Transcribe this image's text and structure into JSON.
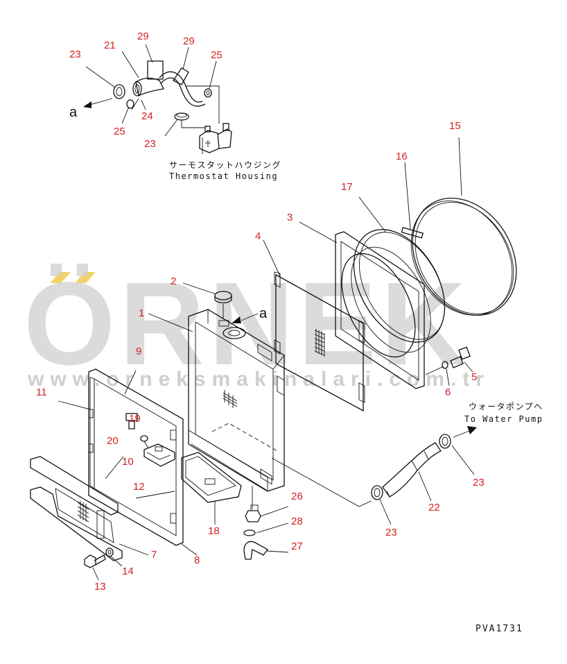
{
  "watermark": {
    "brand": "ÖRNEK",
    "url": "www.orneksmakinalari.com.tr",
    "dots_color": "#f2d26a",
    "text_color": "#cfcfcf"
  },
  "callout_color": "#d42020",
  "captions": {
    "thermostat_jp": "サーモスタットハウジング",
    "thermostat_en": "Thermostat Housing",
    "water_pump_jp": "ウォータポンプへ",
    "water_pump_en": "To Water Pump",
    "view_arrow_top": "a",
    "view_arrow_mid": "a",
    "drawing_number": "PVA1731"
  },
  "callouts": {
    "c1": "1",
    "c2": "2",
    "c3": "3",
    "c4": "4",
    "c5": "5",
    "c6": "6",
    "c7": "7",
    "c8": "8",
    "c9": "9",
    "c10": "10",
    "c11": "11",
    "c12": "12",
    "c13": "13",
    "c14": "14",
    "c15": "15",
    "c16": "16",
    "c17": "17",
    "c18": "18",
    "c19": "19",
    "c20": "20",
    "c21": "21",
    "c22": "22",
    "c23a": "23",
    "c23b": "23",
    "c23c": "23",
    "c23d": "23",
    "c24": "24",
    "c25a": "25",
    "c25b": "25",
    "c26": "26",
    "c27": "27",
    "c28": "28",
    "c29a": "29",
    "c29b": "29"
  }
}
